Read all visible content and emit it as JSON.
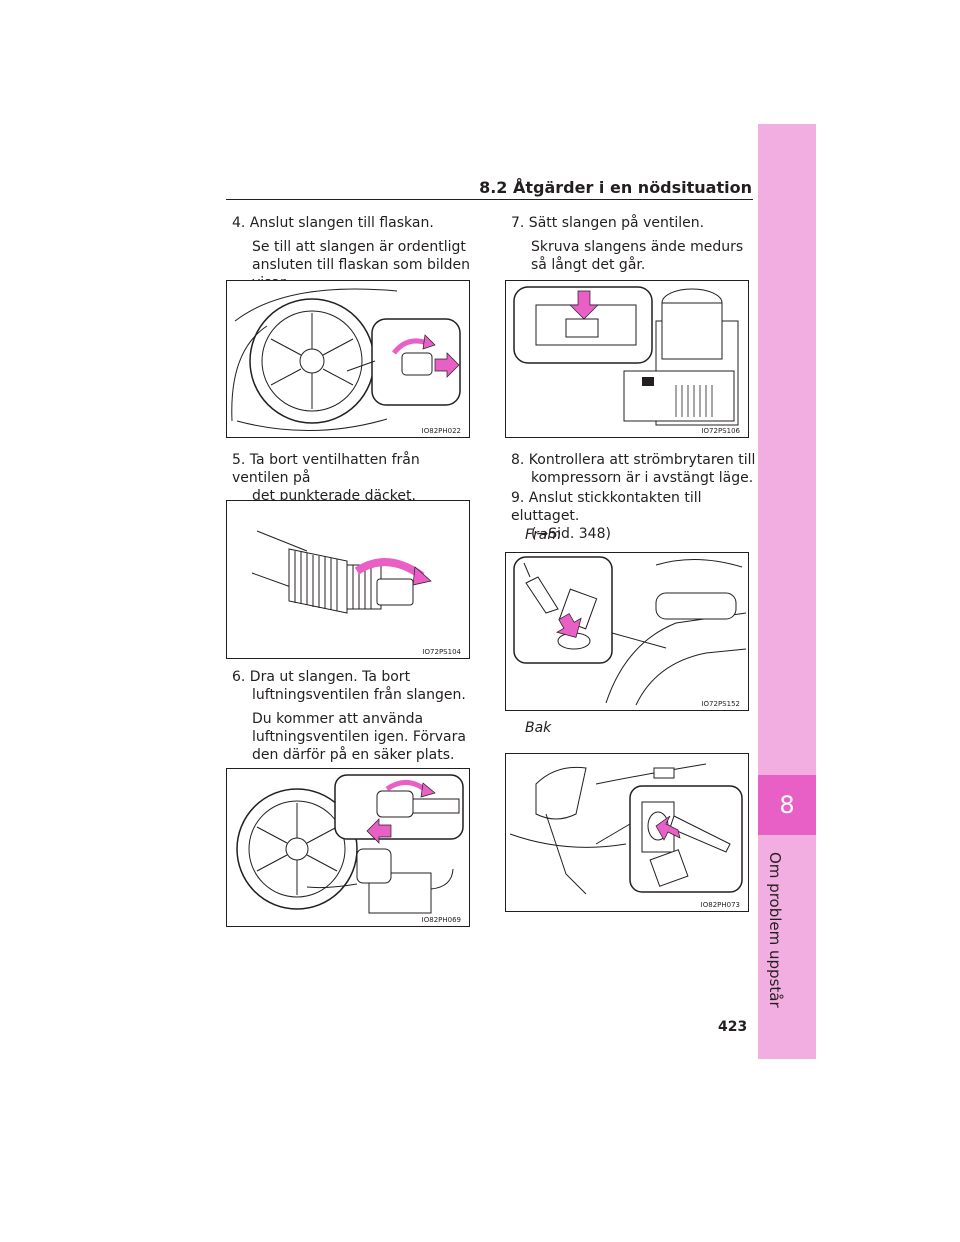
{
  "header": {
    "section_title": "8.2 Åtgärder i en nödsituation"
  },
  "side_tab": {
    "chapter_number": "8",
    "chapter_title": "Om problem uppstår"
  },
  "left_column": {
    "step4": {
      "title": "4. Anslut slangen till flaskan.",
      "body": "Se till att slangen är ordentligt ansluten till flaskan som bilden visar."
    },
    "fig1_code": "IO82PH022",
    "step5": {
      "title_line1": "5. Ta bort ventilhatten från ventilen på",
      "title_line2": "det punkterade däcket."
    },
    "fig2_code": "IO72PS104",
    "step6": {
      "title_line1": "6. Dra ut slangen. Ta bort",
      "title_line2": "luftningsventilen från slangen.",
      "body": "Du kommer att använda luftningsventilen igen. Förvara den därför på en säker plats."
    },
    "fig3_code": "IO82PH069"
  },
  "right_column": {
    "step7": {
      "title": "7. Sätt slangen på ventilen.",
      "body": "Skruva slangens ände medurs så långt det går."
    },
    "fig4_code": "IO72PS106",
    "step8": {
      "title_line1": "8. Kontrollera att strömbrytaren till",
      "title_line2": "kompressorn är i avstängt läge."
    },
    "step9": {
      "title": "9. Anslut stickkontakten till eluttaget.",
      "ref": "(→Sid. 348)"
    },
    "sub_front": "Fram",
    "fig5_code": "IO72PS152",
    "sub_rear": "Bak",
    "fig6_code": "IO82PH073"
  },
  "page_number": "423",
  "colors": {
    "tab_light": "#f2aee0",
    "tab_dark": "#e85fc5",
    "arrow": "#e85fc5"
  }
}
